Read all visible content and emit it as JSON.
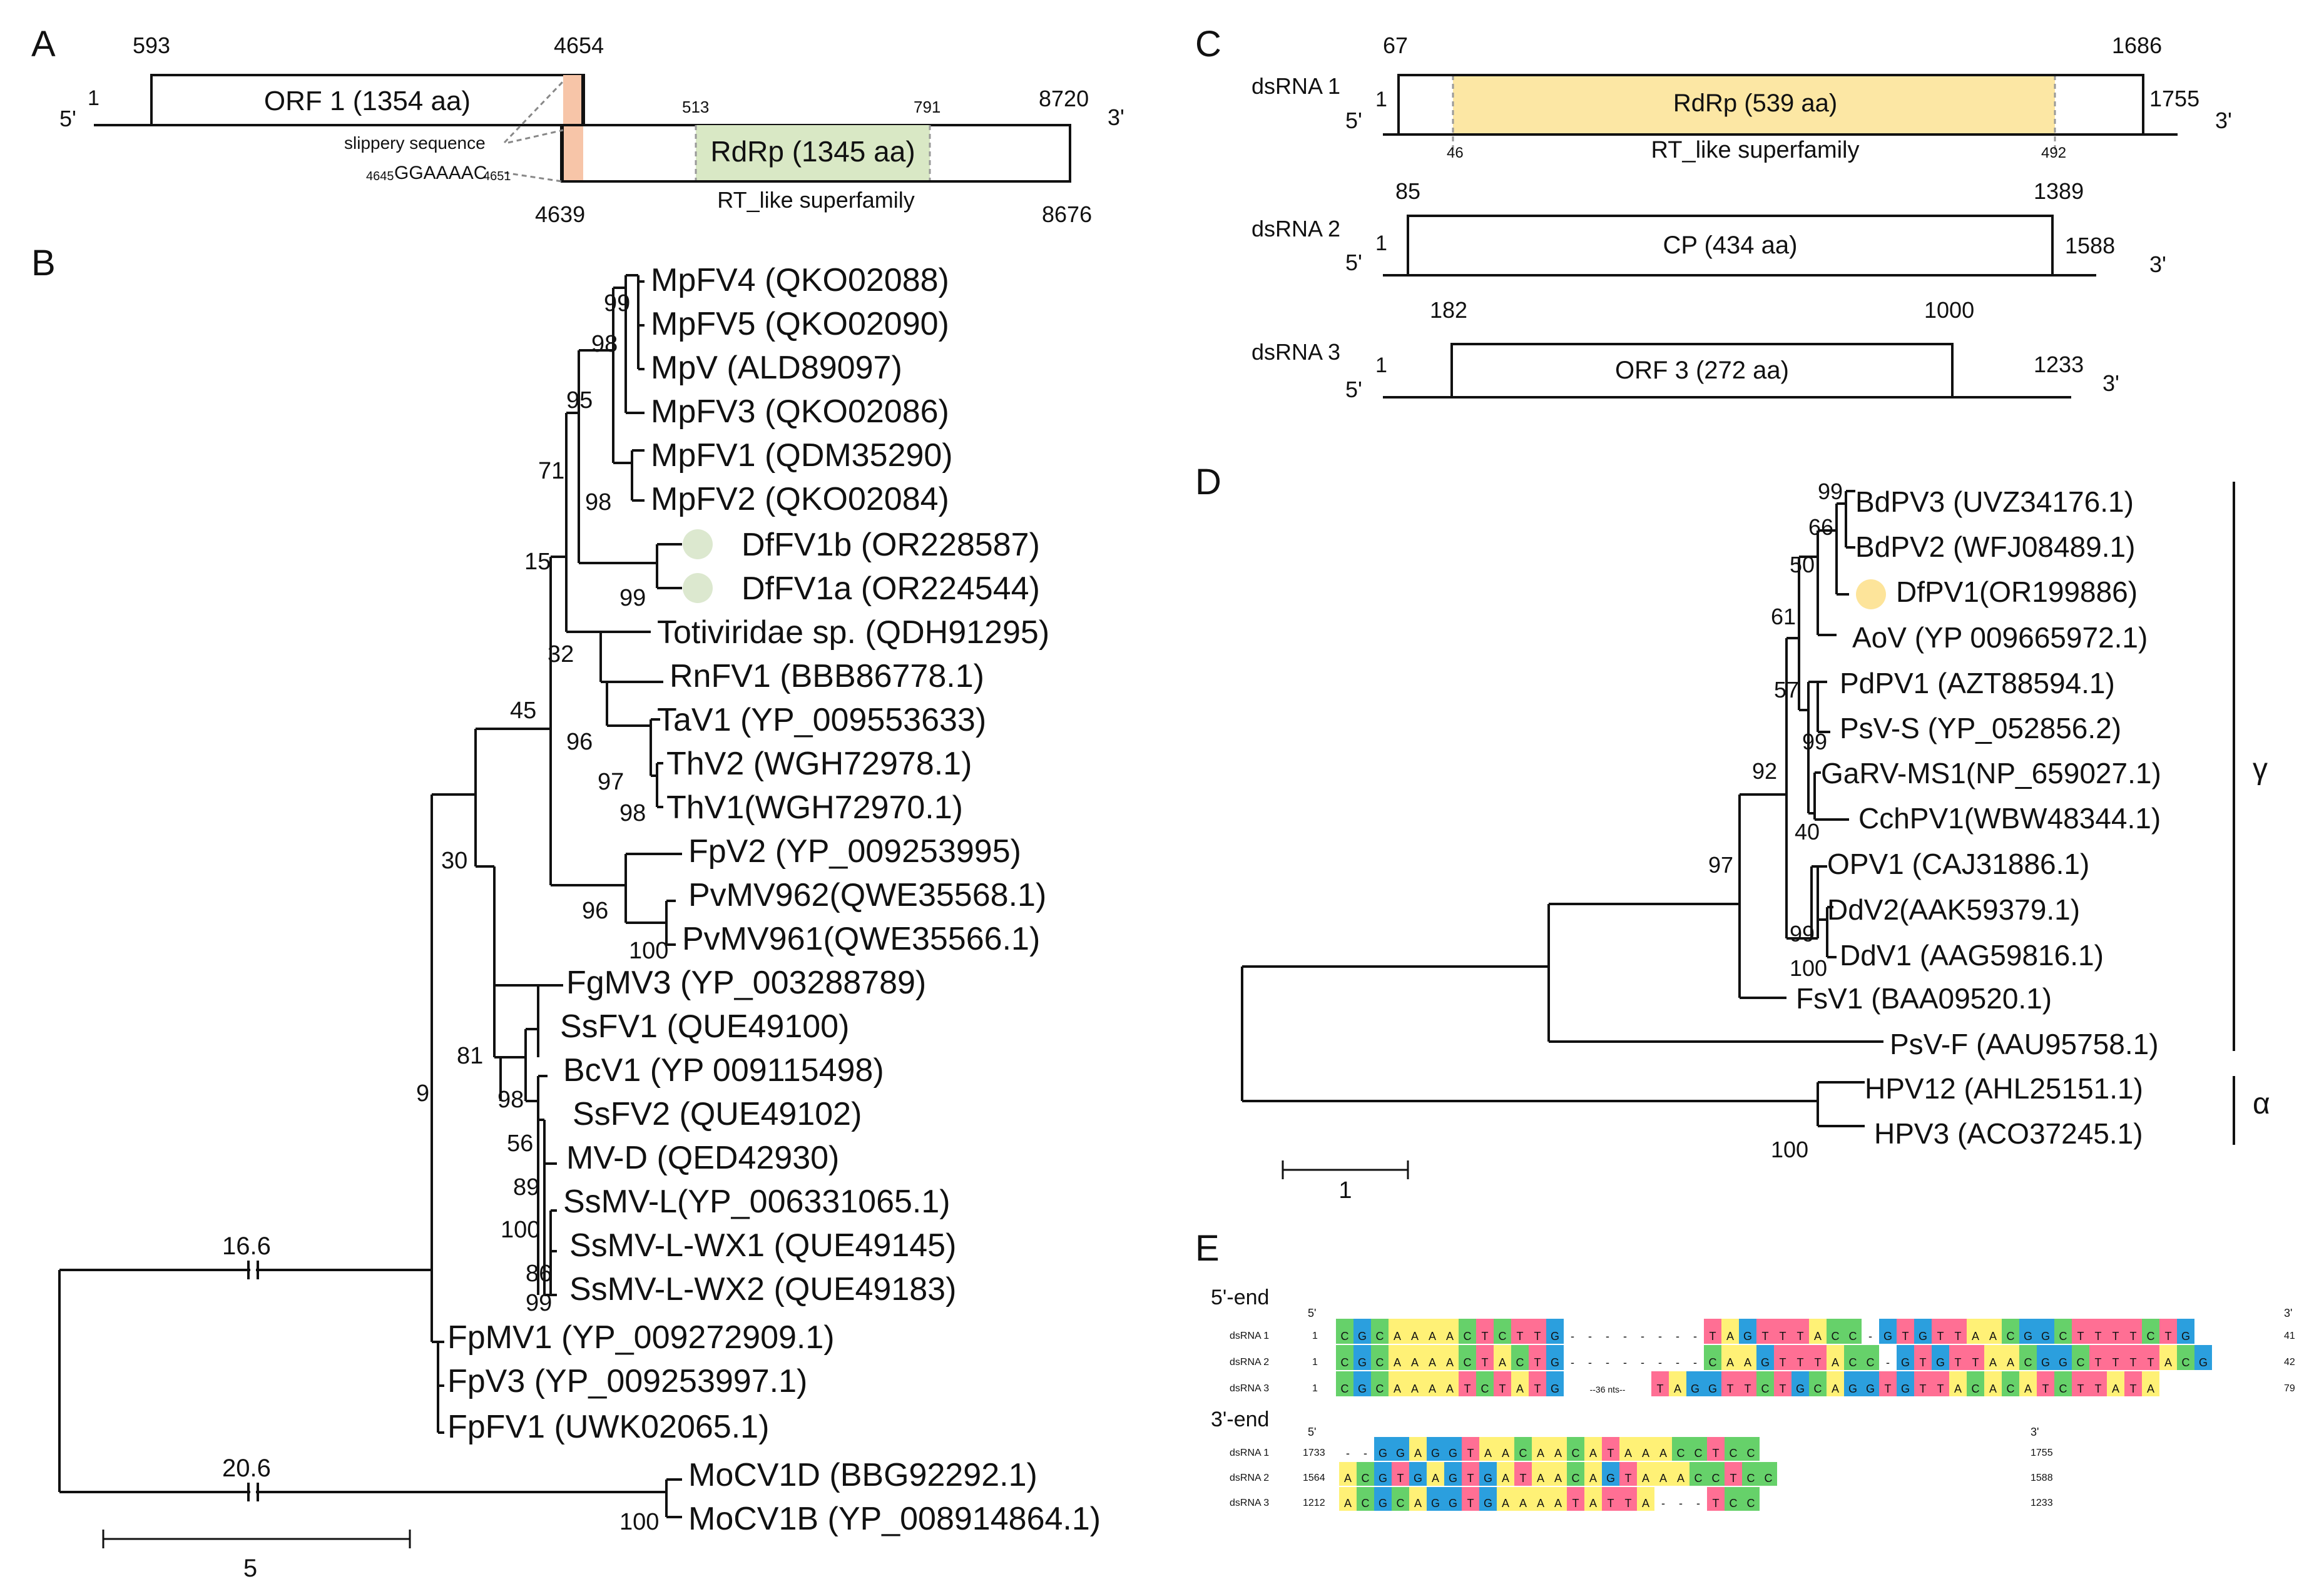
{
  "panel_A": {
    "letter": "A",
    "five_prime": "5'",
    "three_prime": "3'",
    "pos_1": "1",
    "pos_593": "593",
    "pos_4654": "4654",
    "pos_8720": "8720",
    "pos_4639": "4639",
    "pos_8676": "8676",
    "pos_513": "513",
    "pos_791": "791",
    "orf1_label": "ORF 1 (1354 aa)",
    "rdrp_label": "RdRp (1345 aa)",
    "rt_label": "RT_like superfamily",
    "slippery_label": "slippery sequence",
    "slip_pre": "4645",
    "slip_seq": "GGAAAAC",
    "slip_post": "4651",
    "colors": {
      "slip": "#f7c5a8",
      "rdrp": "#d9e8c5"
    }
  },
  "panel_B": {
    "letter": "B",
    "taxa": [
      "MpFV4 (QKO02088)",
      "MpFV5 (QKO02090)",
      "MpV (ALD89097)",
      "MpFV3 (QKO02086)",
      "MpFV1 (QDM35290)",
      "MpFV2 (QKO02084)",
      "DfFV1b (OR228587)",
      "DfFV1a (OR224544)",
      "Totiviridae sp. (QDH91295)",
      "RnFV1 (BBB86778.1)",
      "TaV1 (YP_009553633)",
      "ThV2 (WGH72978.1)",
      "ThV1(WGH72970.1)",
      "FpV2 (YP_009253995)",
      "PvMV962(QWE35568.1)",
      "PvMV961(QWE35566.1)",
      "FgMV3 (YP_003288789)",
      "SsFV1 (QUE49100)",
      "BcV1 (YP 009115498)",
      "SsFV2 (QUE49102)",
      "MV-D (QED42930)",
      "SsMV-L(YP_006331065.1)",
      "SsMV-L-WX1 (QUE49145)",
      "SsMV-L-WX2 (QUE49183)",
      "FpMV1 (YP_009272909.1)",
      "FpV3 (YP_009253997.1)",
      "FpFV1 (UWK02065.1)",
      "MoCV1D (BBG92292.1)",
      "MoCV1B (YP_008914864.1)"
    ],
    "support": [
      "99",
      "98",
      "95",
      "71",
      "98",
      "15",
      "99",
      "32",
      "96",
      "97",
      "98",
      "45",
      "96",
      "100",
      "30",
      "81",
      "98",
      "56",
      "89",
      "100",
      "86",
      "99",
      "9",
      "100"
    ],
    "break_1": "16.6",
    "break_2": "20.6",
    "scale": "5",
    "marker_color": "#dce8cf"
  },
  "panel_C": {
    "letter": "C",
    "five_prime": "5'",
    "three_prime": "3'",
    "seg1": {
      "name": "dsRNA 1",
      "start": "1",
      "end": "1755",
      "orf_start": "67",
      "orf_end": "1686",
      "label": "RdRp (539 aa)",
      "dom_start": "46",
      "dom_end": "492",
      "sub": "RT_like superfamily",
      "color": "#fce7a4"
    },
    "seg2": {
      "name": "dsRNA 2",
      "start": "1",
      "end": "1588",
      "orf_start": "85",
      "orf_end": "1389",
      "label": "CP (434 aa)"
    },
    "seg3": {
      "name": "dsRNA 3",
      "start": "1",
      "end": "1233",
      "orf_start": "182",
      "orf_end": "1000",
      "label": "ORF 3 (272 aa)"
    }
  },
  "panel_D": {
    "letter": "D",
    "taxa": [
      "BdPV3 (UVZ34176.1)",
      "BdPV2 (WFJ08489.1)",
      "DfPV1(OR199886)",
      "AoV (YP 009665972.1)",
      "PdPV1 (AZT88594.1)",
      "PsV-S (YP_052856.2)",
      "GaRV-MS1(NP_659027.1)",
      "CchPV1(WBW48344.1)",
      "OPV1 (CAJ31886.1)",
      "DdV2(AAK59379.1)",
      "DdV1 (AAG59816.1)",
      "FsV1 (BAA09520.1)",
      "PsV-F (AAU95758.1)",
      "HPV12 (AHL25151.1)",
      "HPV3 (ACO37245.1)"
    ],
    "support": [
      "99",
      "66",
      "50",
      "61",
      "57",
      "99",
      "92",
      "40",
      "97",
      "99",
      "100",
      "100"
    ],
    "gamma": "γ",
    "alpha": "α",
    "scale": "1",
    "marker_color": "#fde49a"
  },
  "panel_E": {
    "letter": "E",
    "five_end": "5'-end",
    "three_end": "3'-end",
    "five_prime": "5'",
    "three_prime": "3'",
    "row_names": [
      "dsRNA 1",
      "dsRNA 2",
      "dsRNA 3"
    ],
    "top": {
      "starts": [
        "1",
        "1",
        "1"
      ],
      "ends": [
        "41",
        "42",
        "79"
      ],
      "seq": [
        "CGCAAAACTCTTG--------TAGTTTACC-GTGTTAACGGCTTTTCTG",
        "CGCAAAACTACTG--------CAAGTTTACC-GTGTTAACGGCTTTTACG",
        "CGCAAAATCTATG--36 nts--TAGGTTCTGCAGGTGTTACACATCTTATA"
      ]
    },
    "bottom": {
      "starts": [
        "1733",
        "1564",
        "1212"
      ],
      "ends": [
        "1755",
        "1588",
        "1233"
      ],
      "seq": [
        "--GGAGGTAACAACATAAACCTCC",
        "ACGTGAGTGATAACAGTAAACCTCC",
        "ACGCAGGTGAAAATATTA---TCC"
      ]
    },
    "colors": {
      "A": "#fff176",
      "C": "#66d16a",
      "G": "#2b9fde",
      "T": "#ff6f94"
    }
  }
}
